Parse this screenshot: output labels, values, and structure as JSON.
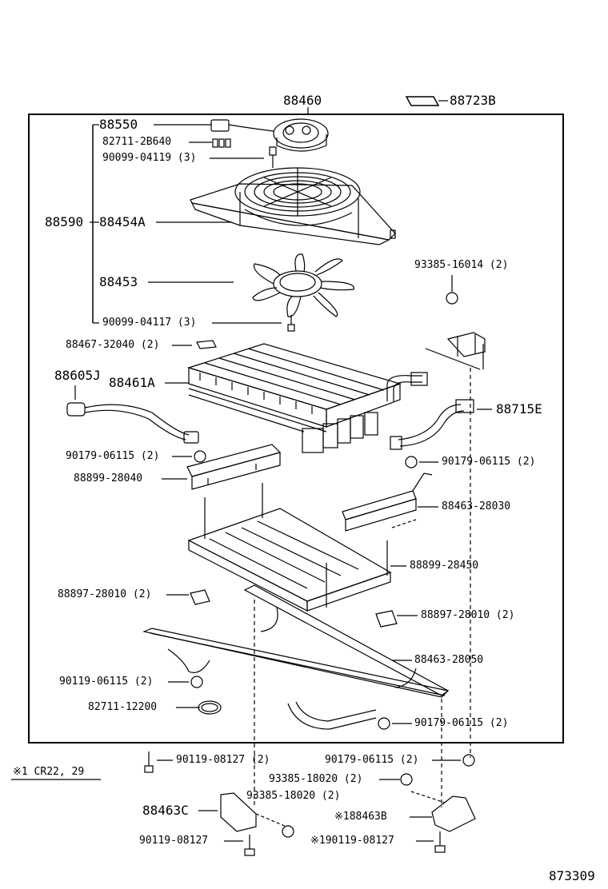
{
  "labels": {
    "top_assembly": "88460",
    "label_plate": "88723B",
    "motor": "88550",
    "connector_clip": "82711-2B640",
    "screw_upper": "90099-04119 (3)",
    "shroud_group": "88590",
    "shroud": "88454A",
    "fan": "88453",
    "screw_lower": "90099-04117 (3)",
    "pad": "88467-32040 (2)",
    "nut_bracket_right": "93385-16014 (2)",
    "harness": "88605J",
    "condenser": "88461A",
    "tube": "88715E",
    "nut_left": "90179-06115 (2)",
    "nut_right": "90179-06115 (2)",
    "bracket_left": "88899-28040",
    "bracket_right": "88463-28030",
    "tray": "88899-28450",
    "cushion_left": "88897-28010 (2)",
    "cushion_right": "88897-28010 (2)",
    "frame": "88463-28050",
    "nut_frame_left": "90119-06115 (2)",
    "clamp": "82711-12200",
    "nut_frame_right": "90179-06115 (2)",
    "bolt_left": "90119-08127 (2)",
    "nut_outside_right": "90179-06115 (2)",
    "note_models": "※1 CR22, 29",
    "nut_stay_right": "93385-18020 (2)",
    "nut_stay_left": "93385-18020 (2)",
    "stay_left": "88463C",
    "stay_right": "※188463B",
    "bolt_stay_left": "90119-08127",
    "bolt_stay_right": "※190119-08127",
    "diagram_number": "873309"
  }
}
